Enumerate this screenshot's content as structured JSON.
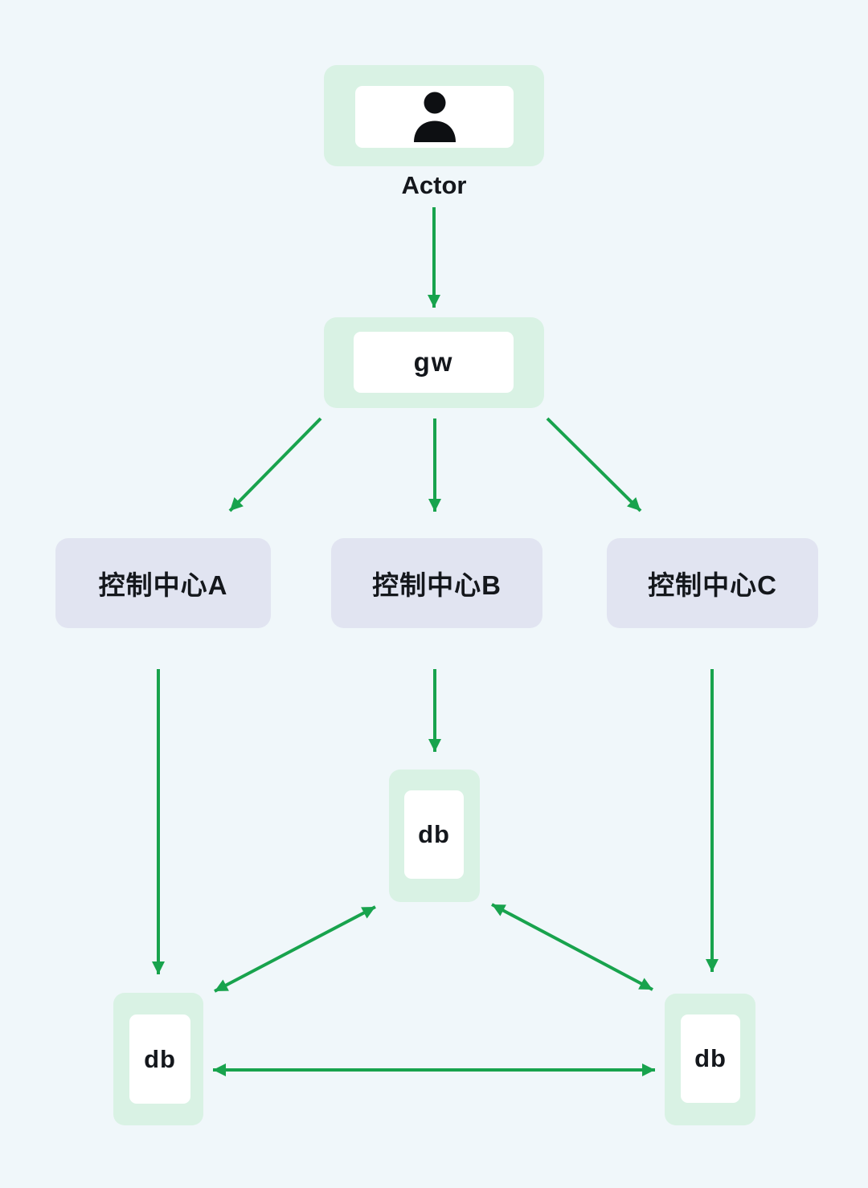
{
  "diagram": {
    "background_color": "#f0f7fa",
    "node_fill_mint": "#d9f2e4",
    "node_fill_lavender": "#e1e4f1",
    "node_inner_fill": "#ffffff",
    "arrow_color": "#18a34d",
    "text_color": "#14171c",
    "nodes": {
      "actor": {
        "label": "Actor",
        "icon": "person-icon"
      },
      "gateway": {
        "label": "gw"
      },
      "control_a": {
        "label": "控制中心A"
      },
      "control_b": {
        "label": "控制中心B"
      },
      "control_c": {
        "label": "控制中心C"
      },
      "db_center": {
        "label": "db"
      },
      "db_left": {
        "label": "db"
      },
      "db_right": {
        "label": "db"
      }
    },
    "edges": [
      {
        "from": "Actor",
        "to": "gw",
        "arrow": "single"
      },
      {
        "from": "gw",
        "to": "控制中心A",
        "arrow": "single"
      },
      {
        "from": "gw",
        "to": "控制中心B",
        "arrow": "single"
      },
      {
        "from": "gw",
        "to": "控制中心C",
        "arrow": "single"
      },
      {
        "from": "控制中心A",
        "to": "db_left",
        "arrow": "single"
      },
      {
        "from": "控制中心B",
        "to": "db_center",
        "arrow": "single"
      },
      {
        "from": "控制中心C",
        "to": "db_right",
        "arrow": "single"
      },
      {
        "from": "db_center",
        "to": "db_left",
        "arrow": "double"
      },
      {
        "from": "db_center",
        "to": "db_right",
        "arrow": "double"
      },
      {
        "from": "db_left",
        "to": "db_right",
        "arrow": "double"
      }
    ]
  }
}
